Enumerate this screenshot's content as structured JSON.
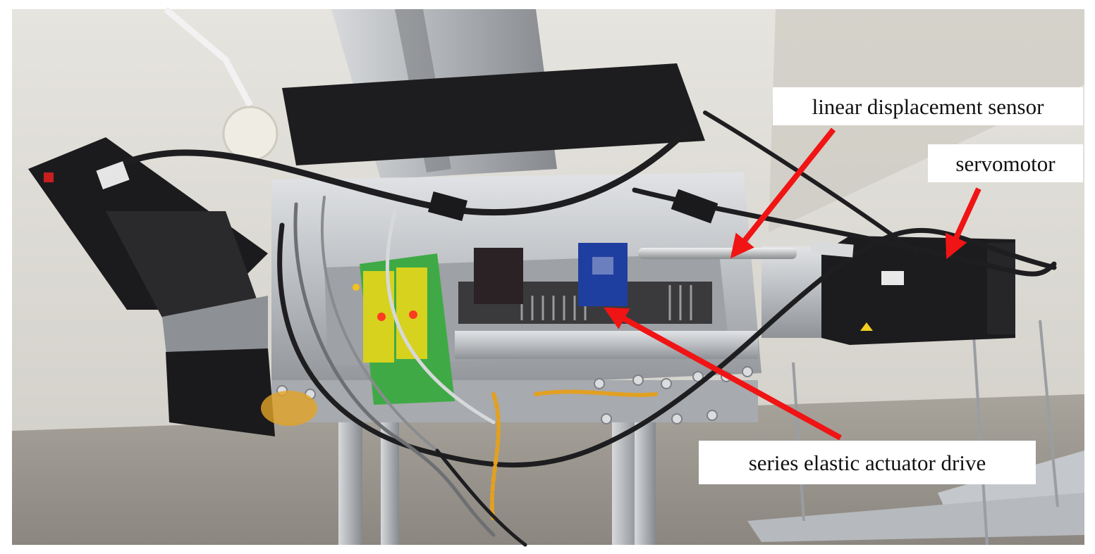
{
  "figure": {
    "labels": {
      "linear_displacement_sensor": "linear displacement sensor",
      "servomotor": "servomotor",
      "series_elastic_actuator_drive": "series elastic actuator drive"
    }
  },
  "colors": {
    "arrow": "#f01414",
    "label_background": "#ffffff",
    "label_text": "#111111",
    "ceiling": "#d9d7d0",
    "wall": "#9e9a92",
    "aluminium": "#c3c5c8",
    "motor_body": "#1c1c1e",
    "module_green": "#3faa45",
    "module_yellow": "#d6d21e",
    "carriage_blue": "#1f3fa0",
    "cable_orange": "#e3a020"
  }
}
